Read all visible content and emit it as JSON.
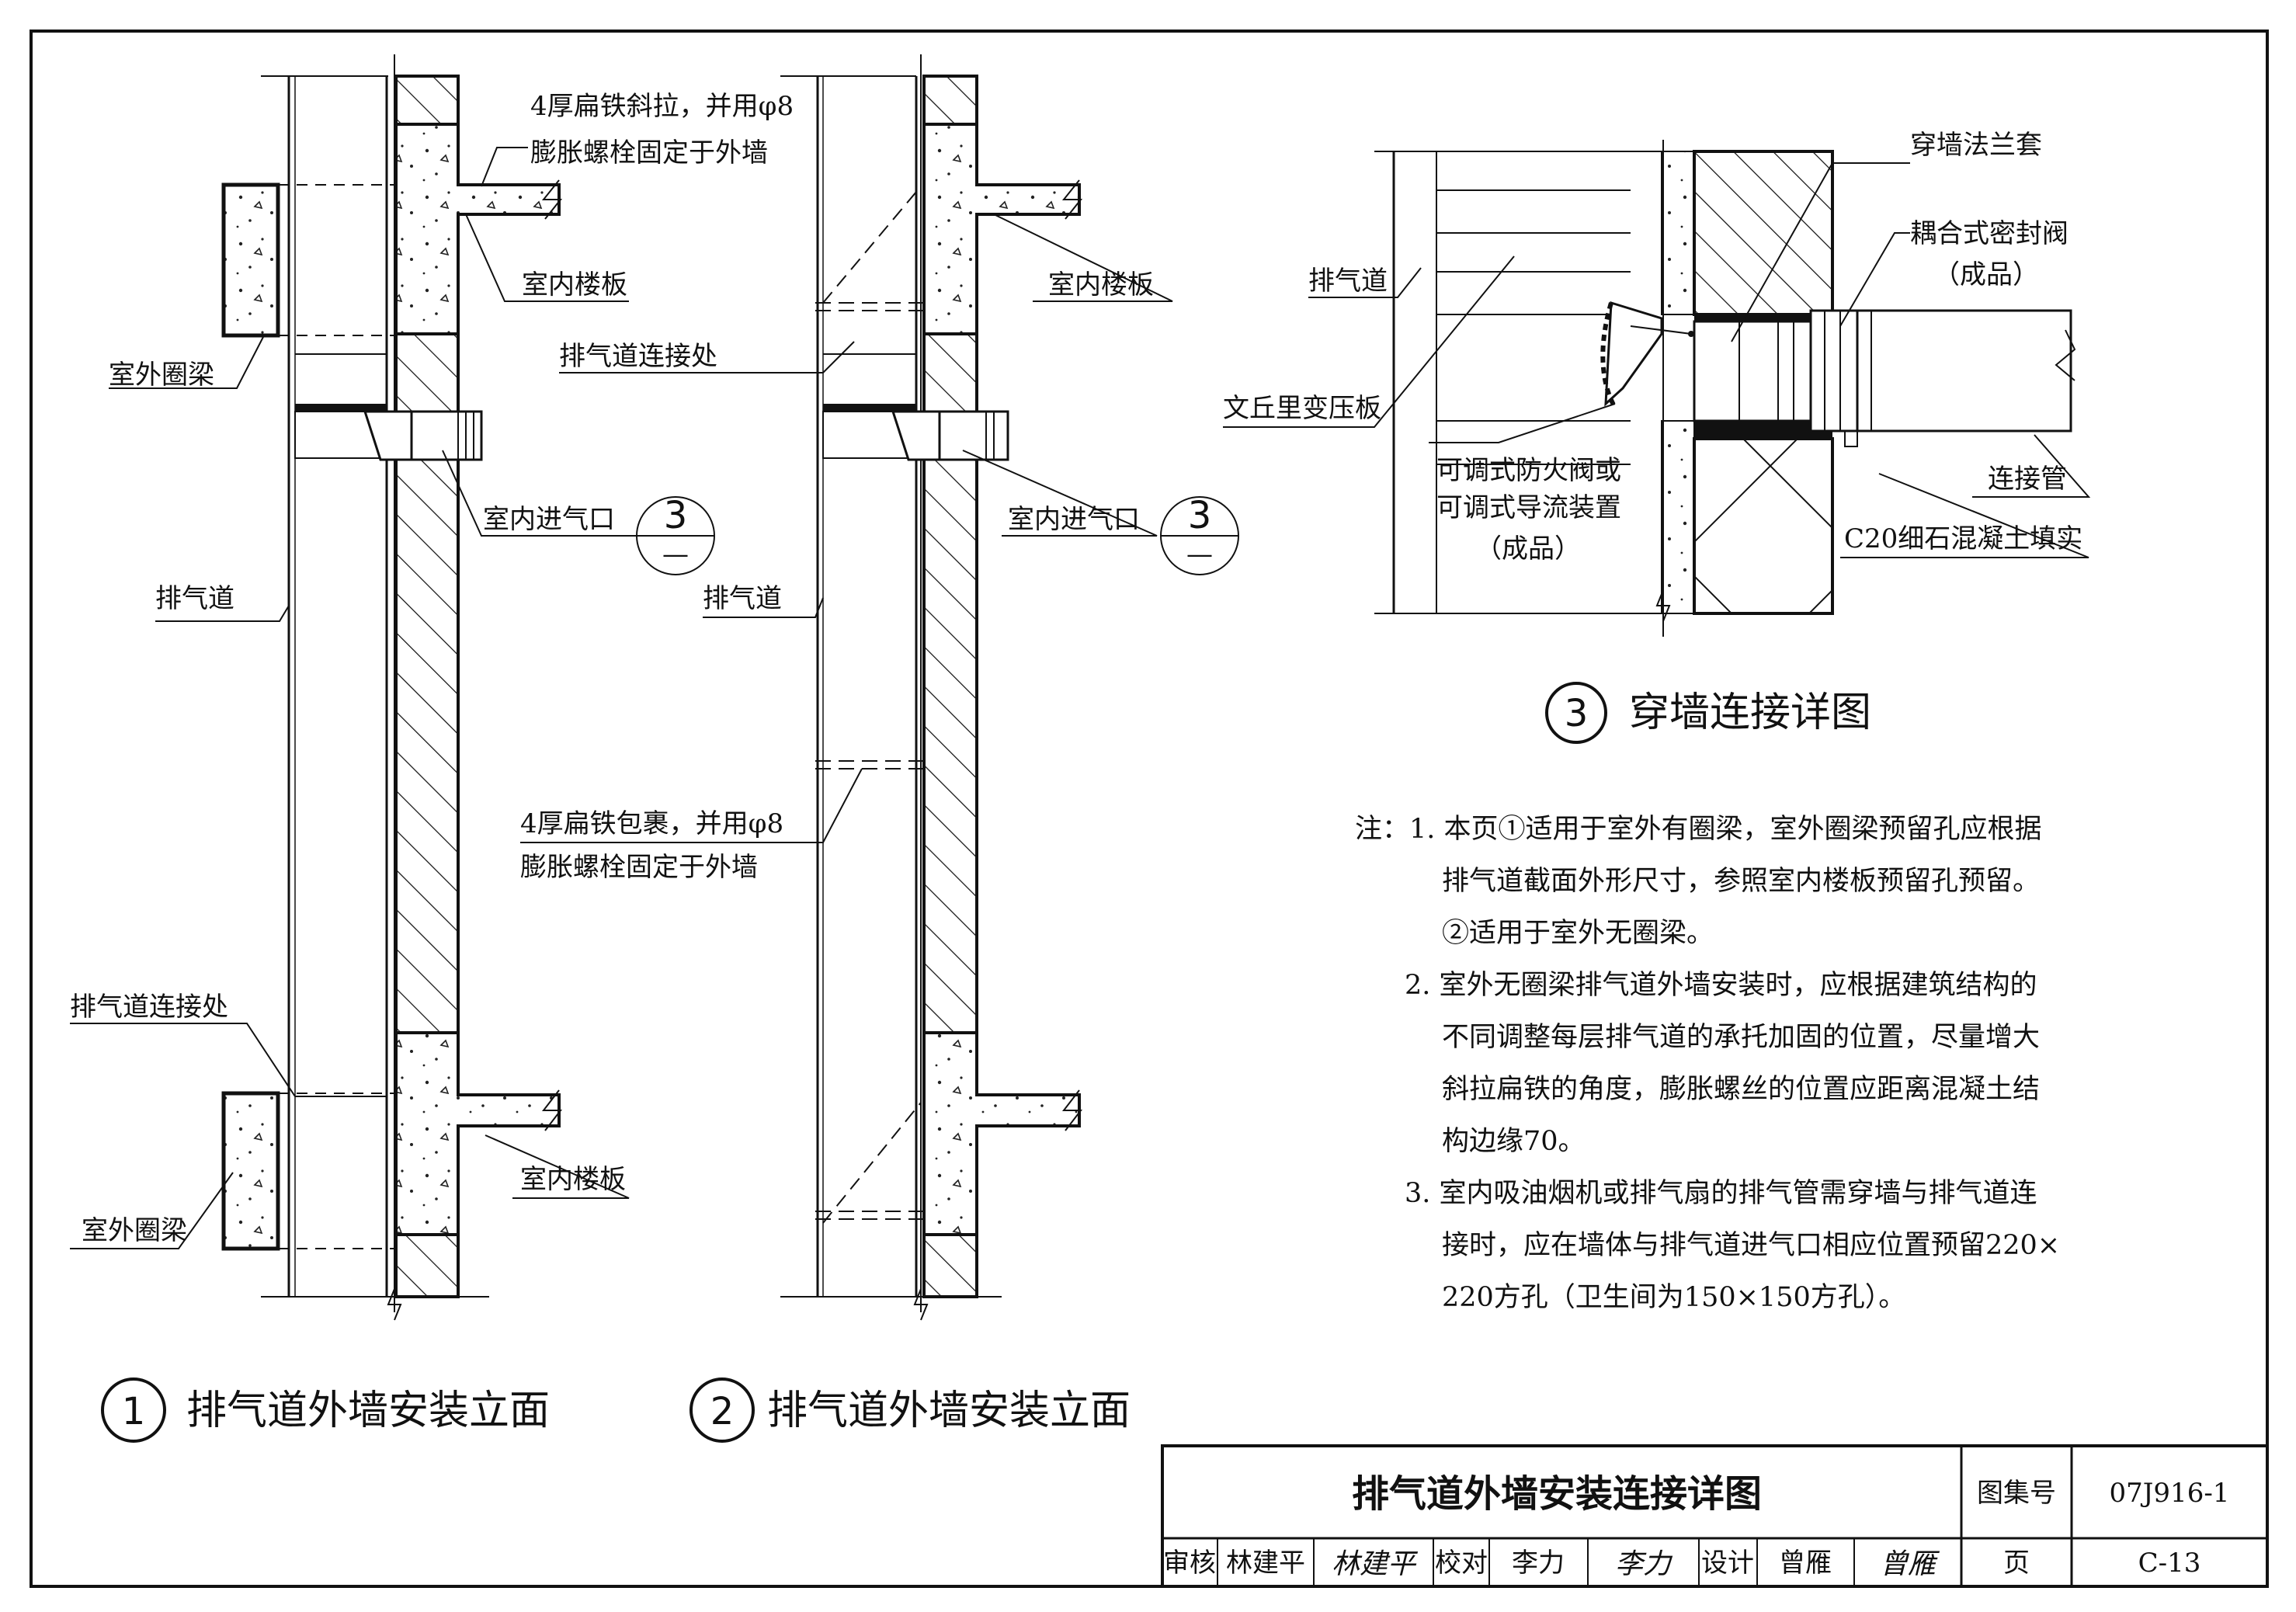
{
  "fig1": {
    "caption_no": "1",
    "caption": "排气道外墙安装立面",
    "labels": {
      "ring_beam_top": "室外圈梁",
      "floor_top": "室内楼板",
      "inlet": "室内进气口",
      "shaft": "排气道",
      "joint": "排气道连接处",
      "ring_beam_bottom": "室外圈梁",
      "floor_bottom": "室内楼板"
    },
    "bracket_line1": "4厚扁铁斜拉，并用φ8",
    "bracket_line2": "膨胀螺栓固定于外墙",
    "ref_top": "3",
    "ref_bottom": "—"
  },
  "fig2": {
    "caption_no": "2",
    "caption": "排气道外墙安装立面",
    "labels": {
      "floor_top": "室内楼板",
      "joint": "排气道连接处",
      "inlet": "室内进气口",
      "shaft": "排气道"
    },
    "wrap_line1": "4厚扁铁包裹，并用φ8",
    "wrap_line2": "膨胀螺栓固定于外墙",
    "ref_top": "3",
    "ref_bottom": "—"
  },
  "fig3": {
    "caption_no": "3",
    "caption": "穿墙连接详图",
    "labels": {
      "flange": "穿墙法兰套",
      "seal_valve": "耦合式密封阀",
      "seal_valve_note": "（成品）",
      "shaft": "排气道",
      "venturi": "文丘里变压板",
      "damper_line1": "可调式防火阀或",
      "damper_line2": "可调式导流装置",
      "damper_line3": "（成品）",
      "pipe": "连接管",
      "concrete": "C20细石混凝土填实"
    }
  },
  "notes": {
    "prefix": "注：1.",
    "n1_line1": "本页①适用于室外有圈梁，室外圈梁预留孔应根据",
    "n1_line2": "排气道截面外形尺寸，参照室内楼板预留孔预留。",
    "n1_line3": "②适用于室外无圈梁。",
    "n2_no": "2.",
    "n2_line1": "室外无圈梁排气道外墙安装时，应根据建筑结构的",
    "n2_line2": "不同调整每层排气道的承托加固的位置，尽量增大",
    "n2_line3": "斜拉扁铁的角度，膨胀螺丝的位置应距离混凝土结",
    "n2_line4": "构边缘70。",
    "n3_no": "3.",
    "n3_line1": "室内吸油烟机或排气扇的排气管需穿墙与排气道连",
    "n3_line2": "接时，应在墙体与排气道进气口相应位置预留220×",
    "n3_line3": "220方孔（卫生间为150×150方孔）。"
  },
  "title_block": {
    "title": "排气道外墙安装连接详图",
    "atlas_label": "图集号",
    "atlas_no": "07J916-1",
    "review_label": "审核",
    "reviewer": "林建平",
    "reviewer_sig": "林建平",
    "check_label": "校对",
    "checker": "李力",
    "checker_sig": "李力",
    "design_label": "设计",
    "designer": "曾雁",
    "designer_sig": "曾雁",
    "page_label": "页",
    "page_no": "C-13"
  }
}
